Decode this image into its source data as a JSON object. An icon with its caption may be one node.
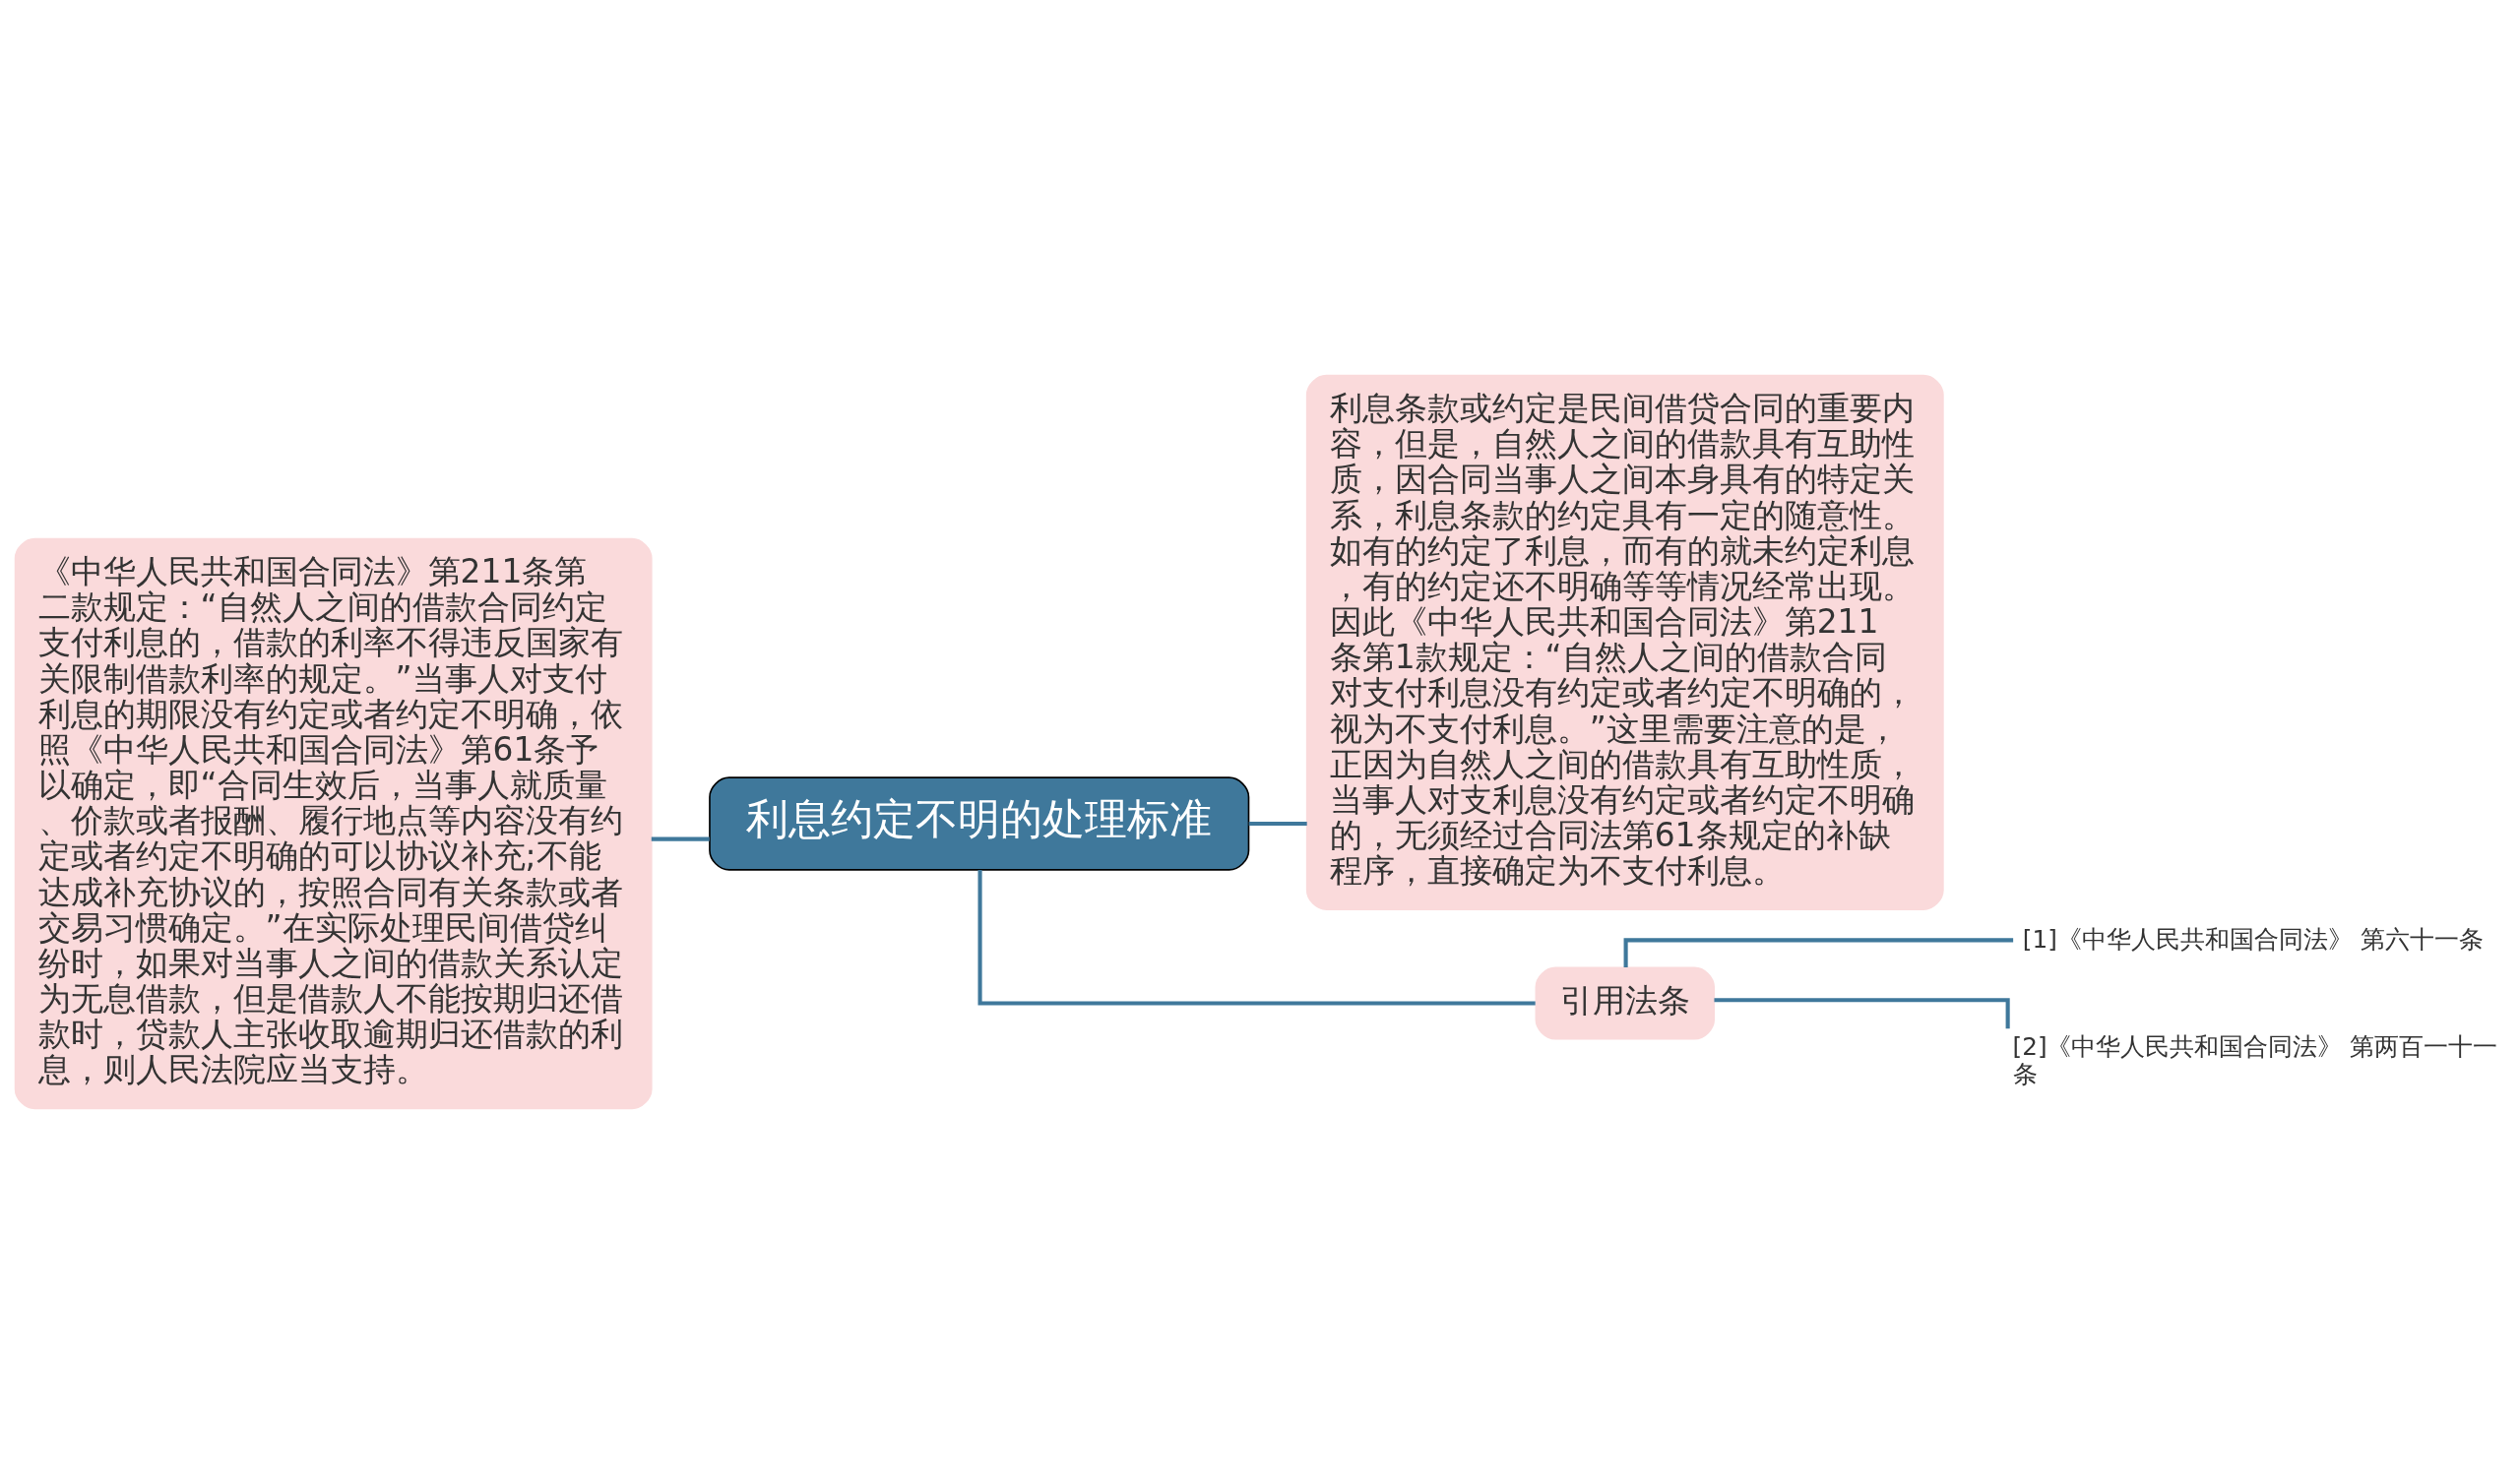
{
  "diagram": {
    "nodes": [
      {
        "text": [
          "利息约定不明的处理标准"
        ]
      },
      {
        "text": [
          "《中华人民共和国合同法》第211条第二款规定：“自然人之间的借款合同约定支付利息的，借款的利率不得违反国家有关限制借款利率的规定。”当事人对支付利息的期限没有约定或者约定不明确，依照《中华人民共和国合同法》第61条予以确定，即“合同生效后，当事人就质量、价款或者报酬、履行地点等内容没有约定或者约定不明确的可以协议补充;不能达成补充协议的，按照合同有关条款或者交易习惯确定。”在实际处理民间借贷纠纷时，如果对当事人之间的借款关系认定为无息借款，但是借款人不能按期归还借款时，贷款人主张收取逾期归还借款的利息，则人民法院应当支持。"
        ]
      },
      {
        "text": [
          "利息条款或约定是民间借贷合同的重要内容，但是，自然人之间的借款具有互助性质，因合同当事人之间本身具有的特定关系，利息条款的约定具有一定的随意性。如有的约定了利息，而有的就未约定利息，有的约定还不明确等等情况经常出现。因此《中华人民共和国合同法》第211条第1款规定：“自然人之间的借款合同对支付利息没有约定或者约定不明确的，视为不支付利息。”这里需要注意的是，正因为自然人之间的借款具有互助性质，当事人对支利息没有约定或者约定不明确的，无须经过合同法第61条规定的补缺程序，直接确定为不支付利息。"
        ]
      },
      {
        "text": [
          "引用法条"
        ]
      },
      {
        "text": [
          "[1]《中华人民共和国合同法》 第六十一条"
        ]
      },
      {
        "text": [
          "[2]《中华人民共和国合同法》 第两百一十一条"
        ]
      }
    ],
    "edges": [
      {
        "from": 0,
        "to": 1,
        "arrow": "none"
      },
      {
        "from": 0,
        "to": 2,
        "arrow": "none"
      },
      {
        "from": 0,
        "to": 3,
        "arrow": "none"
      },
      {
        "from": 3,
        "to": 4,
        "arrow": "none"
      },
      {
        "from": 3,
        "to": 5,
        "arrow": "none"
      }
    ]
  }
}
